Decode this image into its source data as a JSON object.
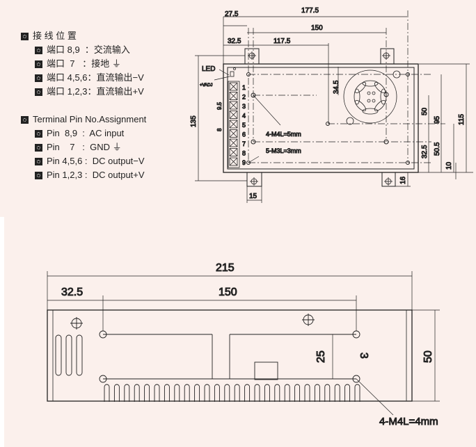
{
  "legend_cn": {
    "title": "接 线 位 置",
    "items": [
      "端口 8,9  ：交流输入",
      "端口  7   ：接地 ⏚",
      "端口 4,5,6：直流输出−V",
      "端口 1,2,3：直流输出+V"
    ]
  },
  "legend_en": {
    "title": "Terminal Pin No.Assignment",
    "items": [
      "Pin  8,9  :  AC input",
      "Pin    7   :  GND ⏚",
      "Pin 4,5,6 :  DC output−V",
      "Pin 1,2,3 :  DC output+V"
    ]
  },
  "top_view": {
    "dims": {
      "d177": "177.5",
      "d27": "27.5",
      "d150": "150",
      "d32": "32.5",
      "d117": "117.5",
      "d135": "135",
      "d34": "34.5",
      "d50": "50",
      "d95": "95",
      "d115": "115",
      "d32b": "32.5",
      "d50b": "50.5",
      "d10": "10",
      "d16": "16",
      "d15": "15",
      "d95s": "9.5",
      "d8": "8"
    },
    "labels": {
      "led": "LED",
      "vadj": "+VADJ",
      "m4": "4-M4L=5mm",
      "m3": "5-M3L=3mm"
    },
    "pins": [
      "1",
      "2",
      "3",
      "4",
      "5",
      "6",
      "7",
      "8",
      "9"
    ]
  },
  "side_view": {
    "dims": {
      "d215": "215",
      "d32": "32.5",
      "d150": "150",
      "d25": "25",
      "d3": "3",
      "d50": "50"
    },
    "labels": {
      "m4": "4-M4L=4mm"
    }
  }
}
